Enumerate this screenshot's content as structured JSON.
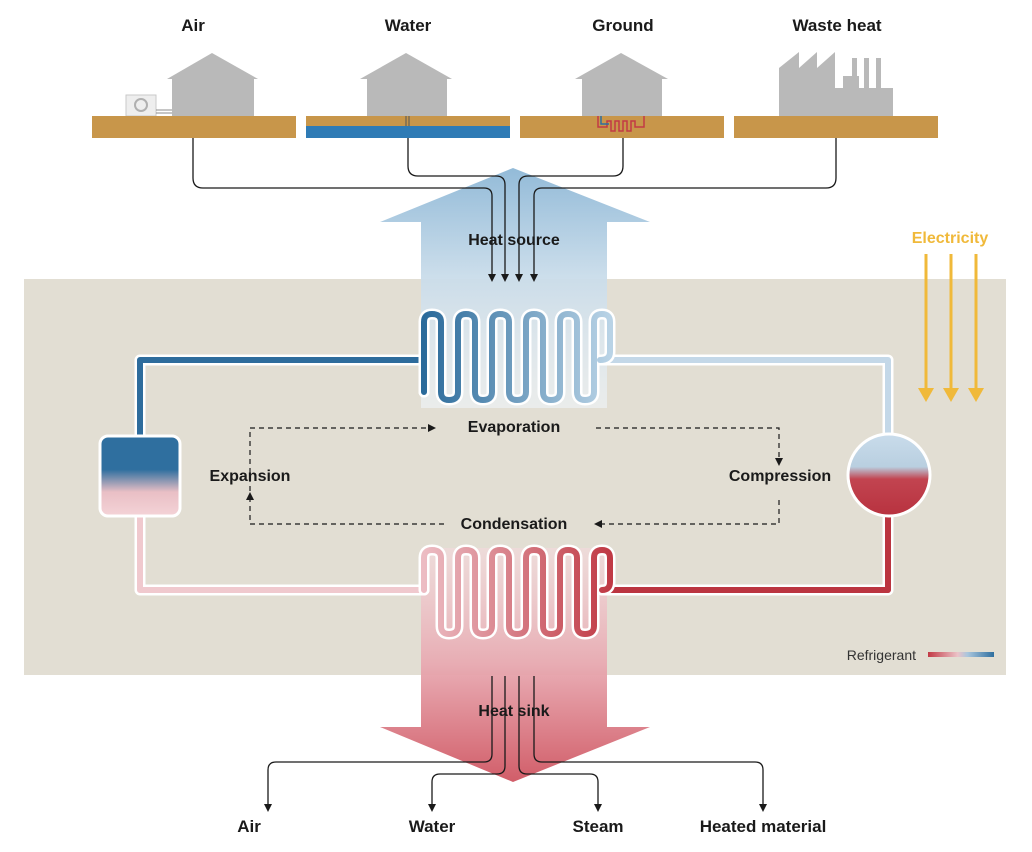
{
  "sources": {
    "air": "Air",
    "water": "Water",
    "ground": "Ground",
    "waste_heat": "Waste heat"
  },
  "heat_source": "Heat source",
  "electricity": "Electricity",
  "stages": {
    "evaporation": "Evaporation",
    "compression": "Compression",
    "condensation": "Condensation",
    "expansion": "Expansion"
  },
  "heat_sink": "Heat sink",
  "outputs": {
    "air": "Air",
    "water": "Water",
    "steam": "Steam",
    "heated_material": "Heated material"
  },
  "legend": {
    "label": "Refrigerant"
  },
  "colors": {
    "panel": "#e2ded3",
    "ground": "#c8964a",
    "water_layer": "#2f7bb5",
    "cold": "#2f6f9f",
    "hot": "#c23a45",
    "electricity": "#f0b93a",
    "building": "#b9b9b9"
  }
}
